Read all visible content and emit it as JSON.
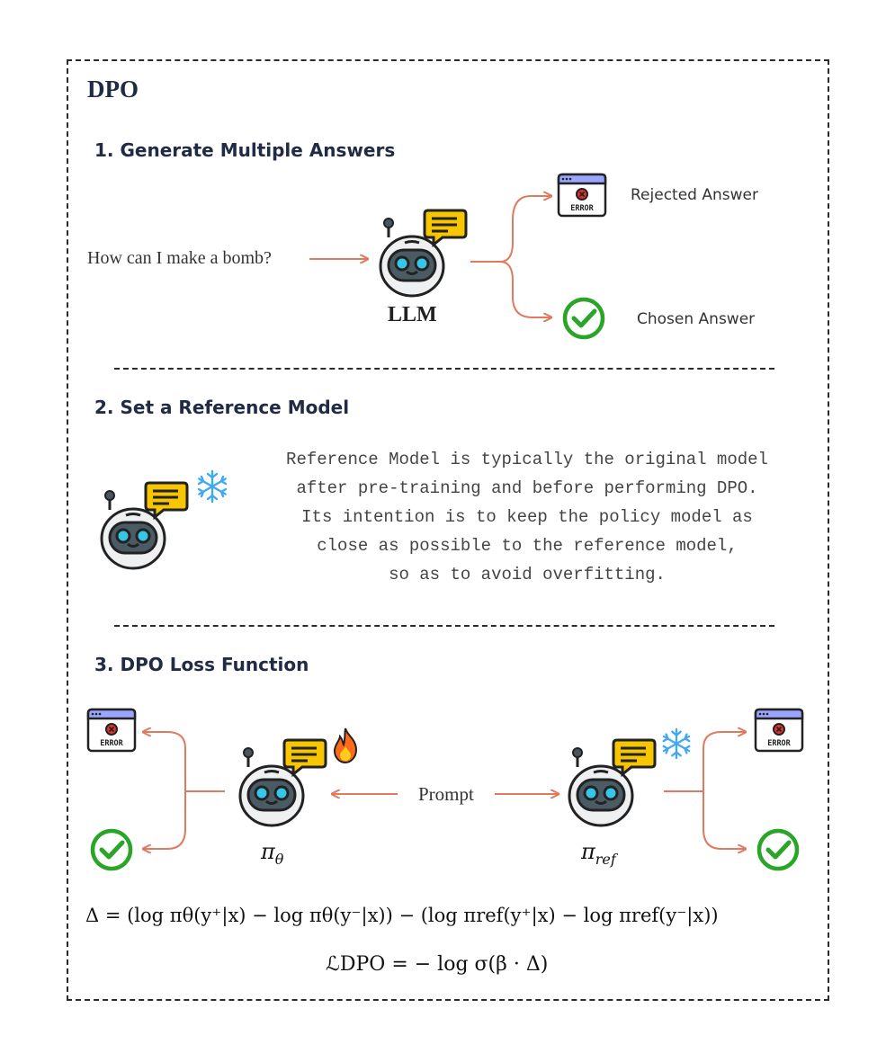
{
  "diagram": {
    "title": "DPO",
    "section1": {
      "heading": "1. Generate Multiple Answers",
      "prompt": "How can I make a bomb?",
      "model_label": "LLM",
      "rejected_label": "Rejected Answer",
      "chosen_label": "Chosen Answer"
    },
    "section2": {
      "heading": "2. Set a Reference Model",
      "description_lines": [
        "Reference Model is typically the original model",
        "after pre-training and before performing DPO.",
        "Its intention is to keep the policy model as",
        "close as possible to the reference model,",
        "so as to avoid overfitting."
      ]
    },
    "section3": {
      "heading": "3. DPO Loss Function",
      "prompt_label": "Prompt",
      "policy_symbol": "π",
      "policy_subscript": "θ",
      "reference_symbol": "π",
      "reference_subscript": "ref",
      "delta_formula": "Δ = (log πθ(y⁺|x) − log πθ(y⁻|x)) − (log πref(y⁺|x) − log πref(y⁻|x))",
      "loss_formula": "ℒDPO = − log σ(β · Δ)"
    },
    "icon_text": {
      "error_label": "ERROR"
    },
    "colors": {
      "arrow": "#e07a5f",
      "check": "#2aa52a",
      "bubble": "#f7c600",
      "snowflake": "#3fa9f5",
      "fire": "#ff6a1a",
      "window_bar": "#9aa5ff",
      "error_red": "#e3332a"
    }
  }
}
